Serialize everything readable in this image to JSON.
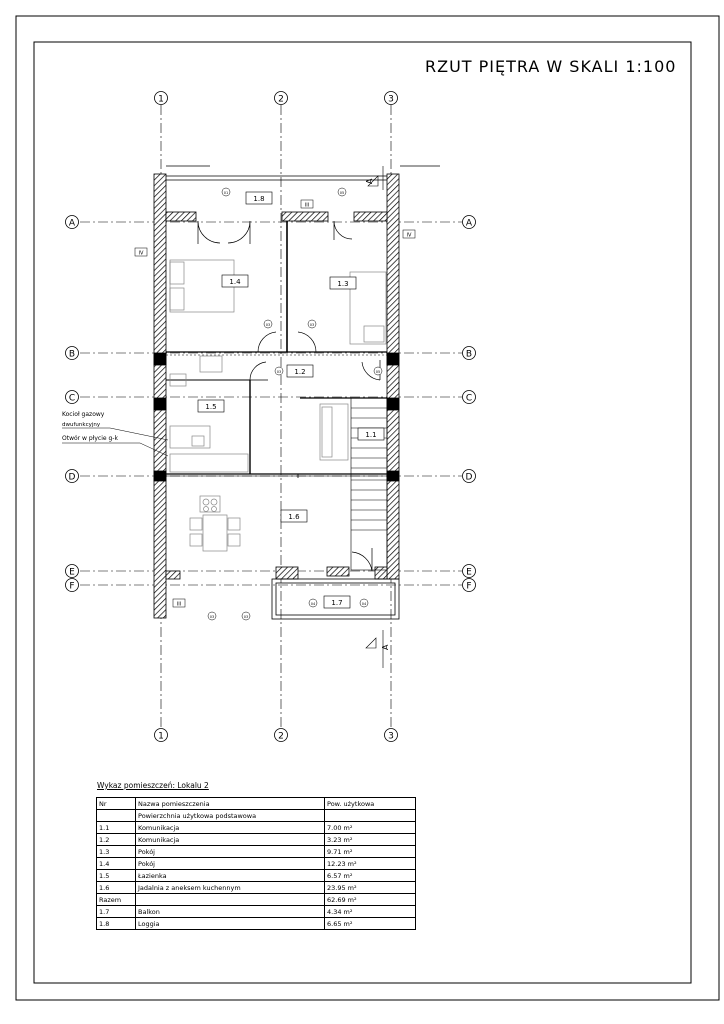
{
  "title": "RZUT PIĘTRA W SKALI 1:100",
  "grid_axes": {
    "numbers": [
      "1",
      "2",
      "3"
    ],
    "letters": [
      "A",
      "B",
      "C",
      "D",
      "E",
      "F"
    ]
  },
  "room_labels": [
    "1.8",
    "1.4",
    "1.3",
    "1.2",
    "1.5",
    "1.1",
    "1.6",
    "1.7"
  ],
  "wall_tags": [
    "IV",
    "IV",
    "III",
    "III"
  ],
  "window_tags": [
    "01",
    "05",
    "03",
    "03",
    "03",
    "05",
    "04",
    "04",
    "03",
    "03"
  ],
  "annotations": {
    "boiler_line1": "Kocioł gazowy",
    "boiler_line2": "dwufunkcyjny",
    "opening": "Otwór w płycie g-k",
    "section_mark": "A"
  },
  "table": {
    "caption": "Wykaz pomieszczeń: Lokalu 2",
    "headers": [
      "Nr",
      "Nazwa pomieszczenia",
      "Pow. użytkowa"
    ],
    "subheader": "Powierzchnia użytkowa podstawowa",
    "rows": [
      {
        "nr": "1.1",
        "name": "Komunikacja",
        "area": "7.00 m²"
      },
      {
        "nr": "1.2",
        "name": "Komunikacja",
        "area": "3.23 m²"
      },
      {
        "nr": "1.3",
        "name": "Pokój",
        "area": "9.71 m²"
      },
      {
        "nr": "1.4",
        "name": "Pokój",
        "area": "12.23 m²"
      },
      {
        "nr": "1.5",
        "name": "Łazienka",
        "area": "6.57 m²"
      },
      {
        "nr": "1.6",
        "name": "Jadalnia z aneksem kuchennym",
        "area": "23.95 m²"
      }
    ],
    "total": {
      "label": "Razem",
      "area": "62.69 m²"
    },
    "extra_rows": [
      {
        "nr": "1.7",
        "name": "Balkon",
        "area": "4.34 m²"
      },
      {
        "nr": "1.8",
        "name": "Loggia",
        "area": "6.65 m²"
      }
    ]
  }
}
